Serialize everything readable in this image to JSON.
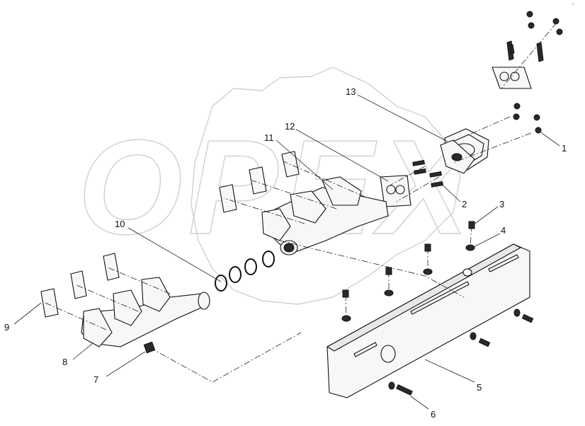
{
  "watermark": "OPEX",
  "corner_code": "#",
  "callouts": [
    {
      "id": "1",
      "text": "1"
    },
    {
      "id": "2",
      "text": "2"
    },
    {
      "id": "3",
      "text": "3"
    },
    {
      "id": "4",
      "text": "4"
    },
    {
      "id": "5",
      "text": "5"
    },
    {
      "id": "6",
      "text": "6"
    },
    {
      "id": "7",
      "text": "7"
    },
    {
      "id": "8",
      "text": "8"
    },
    {
      "id": "9",
      "text": "9"
    },
    {
      "id": "10",
      "text": "10"
    },
    {
      "id": "11",
      "text": "11"
    },
    {
      "id": "12",
      "text": "12"
    },
    {
      "id": "13",
      "text": "13"
    }
  ]
}
